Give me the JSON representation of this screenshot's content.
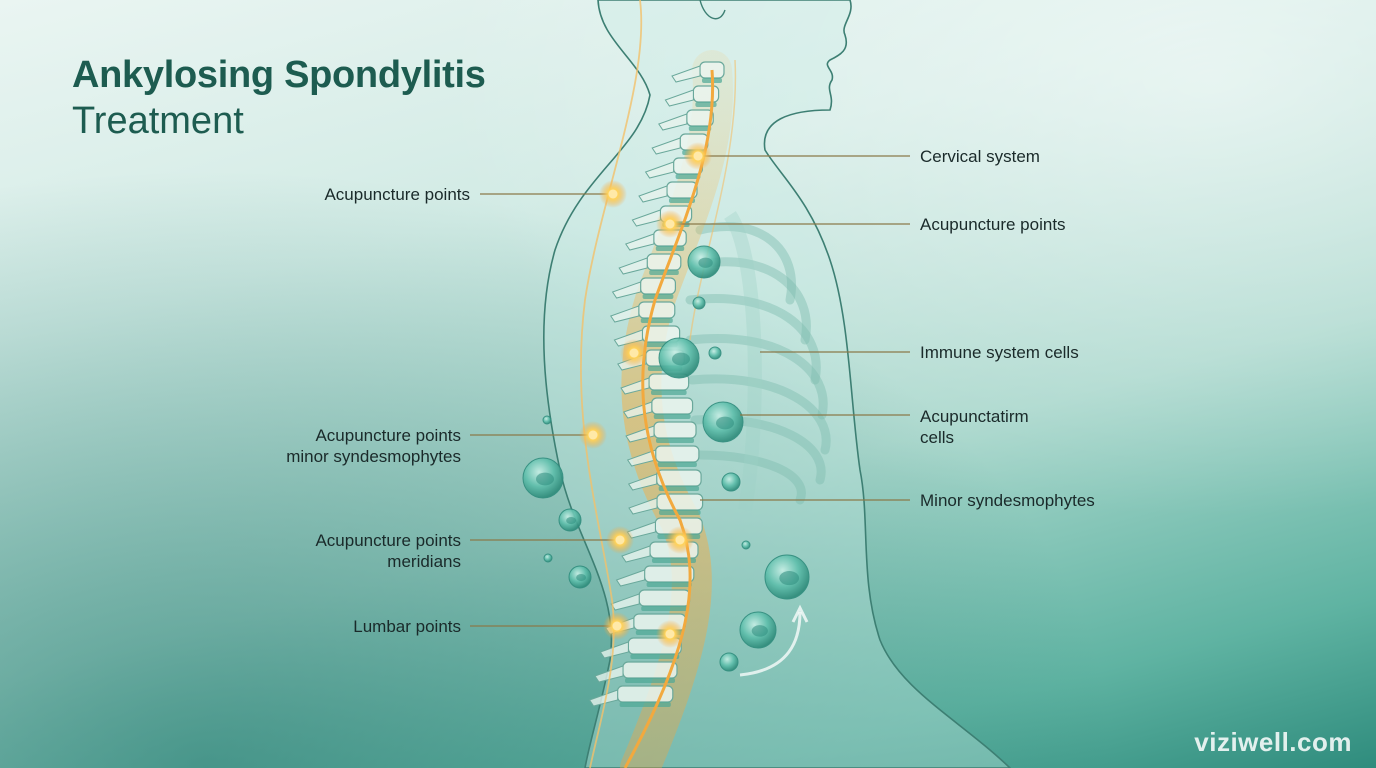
{
  "title": {
    "line1": "Ankylosing Spondylitis",
    "line2": "Treatment"
  },
  "labels": {
    "left": [
      {
        "lines": [
          "Acupuncture points"
        ]
      },
      {
        "lines": [
          "Acupuncture points",
          "minor syndesmophytes"
        ]
      },
      {
        "lines": [
          "Acupuncture points",
          "meridians"
        ]
      },
      {
        "lines": [
          "Lumbar points"
        ]
      }
    ],
    "right": [
      {
        "lines": [
          "Cervical system"
        ]
      },
      {
        "lines": [
          "Acupuncture points"
        ]
      },
      {
        "lines": [
          "Immune system cells"
        ]
      },
      {
        "lines": [
          "Acupunctatirm",
          "cells"
        ]
      },
      {
        "lines": [
          "Minor syndesmophytes"
        ]
      }
    ]
  },
  "brand": "viziwell.com",
  "colors": {
    "title": "#1d5c50",
    "leader": "#8a7a4a",
    "spine_glow": "#f5b24a",
    "cell": "#4fb3a0"
  }
}
